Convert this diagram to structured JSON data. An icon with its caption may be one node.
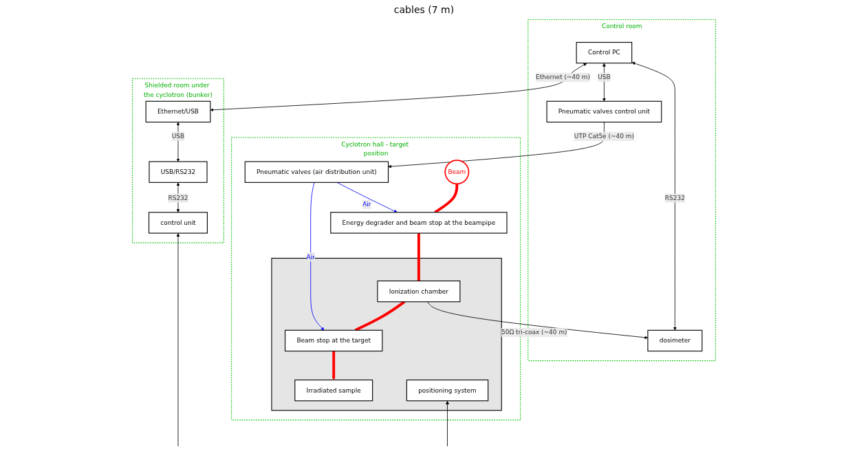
{
  "diagram": {
    "nodes": [
      {
        "text": [
          "Control room"
        ]
      },
      {
        "text": [
          "Control PC"
        ],
        "in": 0
      },
      {
        "text": [
          "Pneumatic valves control unit"
        ],
        "in": 0
      },
      {
        "text": [
          "dosimeter"
        ],
        "in": 0
      },
      {
        "text": [
          "Cyclotron hall - target position"
        ]
      },
      {
        "text": [
          "Pneumatic valves (air distribution unit)"
        ],
        "in": 4
      },
      {
        "text": [
          "Beam"
        ],
        "in": 4
      },
      {
        "text": [
          "Energy degrader and beam stop at the beampipe"
        ],
        "in": 4
      },
      {
        "text": [],
        "shape": "box",
        "in": 4
      },
      {
        "text": [
          "Ionization chamber"
        ],
        "in": 8
      },
      {
        "text": [
          "Beam stop at the target"
        ],
        "in": 8
      },
      {
        "text": [
          "Irradiated sample"
        ],
        "in": 8
      },
      {
        "text": [
          "positioning system"
        ],
        "in": 8
      },
      {
        "text": [
          "Shielded room under the cyclotron (bunker)"
        ]
      },
      {
        "text": [
          "Ethernet/USB"
        ],
        "in": 13
      },
      {
        "text": [
          "USB/RS232"
        ],
        "in": 13
      },
      {
        "text": [
          "control unit"
        ],
        "in": 13
      }
    ],
    "edges": [
      {
        "from": 1,
        "to": 14,
        "arrow": "both",
        "label": "Ethernet (~40 m)"
      },
      {
        "from": 1,
        "to": 2,
        "arrow": "both",
        "label": "USB"
      },
      {
        "from": 1,
        "to": 3,
        "arrow": "both",
        "label": "RS232"
      },
      {
        "from": 2,
        "to": 5,
        "arrow": "to",
        "label": "UTP Cat5e (~40 m)"
      },
      {
        "from": 9,
        "to": 3,
        "arrow": "to",
        "label": "50Ω tri-coax (~40 m)"
      },
      {
        "from": 5,
        "to": 7,
        "arrow": "to",
        "label": "Air",
        "color": "#0000ff"
      },
      {
        "from": 5,
        "to": 10,
        "arrow": "to",
        "label": "Air",
        "color": "#0000ff"
      },
      {
        "from": 6,
        "to": 7,
        "arrow": "none",
        "style": "thick",
        "color": "#ff0000"
      },
      {
        "from": 7,
        "to": 9,
        "arrow": "none",
        "style": "thick",
        "color": "#ff0000"
      },
      {
        "from": 9,
        "to": 10,
        "arrow": "none",
        "style": "thick",
        "color": "#ff0000"
      },
      {
        "from": 10,
        "to": 11,
        "arrow": "to",
        "style": "thick",
        "color": "#ff0000"
      },
      {
        "from": 14,
        "to": 15,
        "arrow": "both",
        "label": "USB"
      },
      {
        "from": 15,
        "to": 16,
        "arrow": "both",
        "label": "RS232"
      },
      {
        "from": null,
        "to": 16,
        "arrow": "to"
      },
      {
        "from": null,
        "to": 12,
        "arrow": "to"
      }
    ],
    "labels": [
      "cables (7 m)"
    ]
  }
}
